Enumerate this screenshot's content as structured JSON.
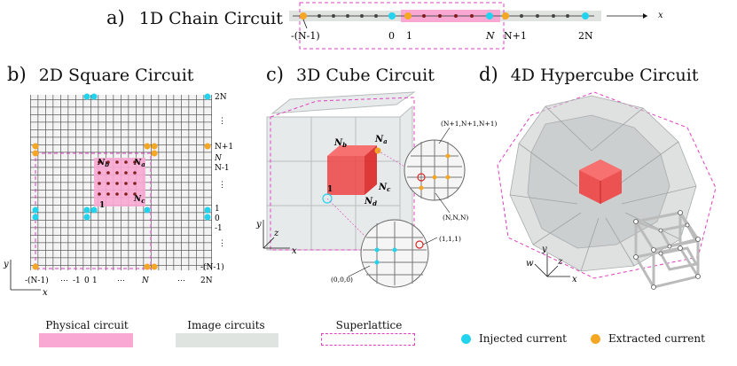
{
  "panels": {
    "a": {
      "letter": "a)",
      "title": "1D Chain Circuit",
      "labels": [
        "-(N-1)",
        "0",
        "1",
        "N",
        "N+1",
        "2N"
      ],
      "axis": "x"
    },
    "b": {
      "letter": "b)",
      "title": "2D Square Circuit",
      "right_labels": [
        "2N",
        "⋮",
        "N+1",
        "N",
        "N-1",
        "⋮",
        "1",
        "0",
        "-1",
        "⋮",
        "-(N-1)"
      ],
      "bottom_labels": [
        "-(N-1)",
        "⋯",
        "-1",
        "0",
        "1",
        "⋯",
        "N",
        "⋯",
        "2N"
      ],
      "node_labels": [
        "N_b",
        "N_a",
        "N_c",
        "1"
      ],
      "axis_x": "x",
      "axis_y": "y"
    },
    "c": {
      "letter": "c)",
      "title": "3D Cube Circuit",
      "node_labels": [
        "N_b",
        "N_a",
        "N_c",
        "N_d",
        "1"
      ],
      "coord_labels": [
        "(N+1,N+1,N+1)",
        "(N,N,N)",
        "(1,1,1)",
        "(0,0,0)"
      ],
      "axis_x": "x",
      "axis_y": "y",
      "axis_z": "z"
    },
    "d": {
      "letter": "d)",
      "title": "4D Hypercube Circuit",
      "axis_x": "x",
      "axis_y": "y",
      "axis_z": "z",
      "axis_w": "w"
    }
  },
  "legend": {
    "physical": "Physical circuit",
    "image": "Image circuits",
    "superlattice": "Superlattice",
    "injected": "Injected current",
    "extracted": "Extracted current"
  },
  "colors": {
    "physical": "#f9a8d4",
    "image": "#dfe4e1",
    "superlattice": "#e040c0",
    "injected": "#22d3ee",
    "extracted": "#f5a623",
    "red_node": "#b91c1c"
  }
}
